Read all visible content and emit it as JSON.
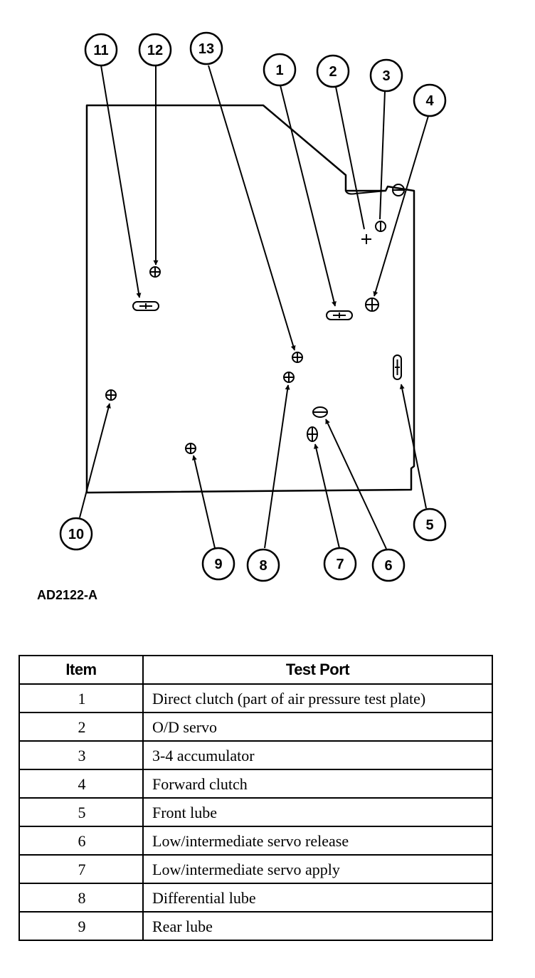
{
  "figure": {
    "callouts": [
      "1",
      "2",
      "3",
      "4",
      "5",
      "6",
      "7",
      "8",
      "9",
      "10",
      "11",
      "12",
      "13"
    ],
    "figure_id": "AD2122-A"
  },
  "table": {
    "headers": {
      "item": "Item",
      "port": "Test Port"
    },
    "rows": [
      {
        "item": "1",
        "port": "Direct clutch (part of air pressure test plate)"
      },
      {
        "item": "2",
        "port": "O/D servo"
      },
      {
        "item": "3",
        "port": "3-4 accumulator"
      },
      {
        "item": "4",
        "port": "Forward clutch"
      },
      {
        "item": "5",
        "port": "Front lube"
      },
      {
        "item": "6",
        "port": "Low/intermediate servo release"
      },
      {
        "item": "7",
        "port": "Low/intermediate servo apply"
      },
      {
        "item": "8",
        "port": "Differential lube"
      },
      {
        "item": "9",
        "port": "Rear lube"
      }
    ]
  }
}
